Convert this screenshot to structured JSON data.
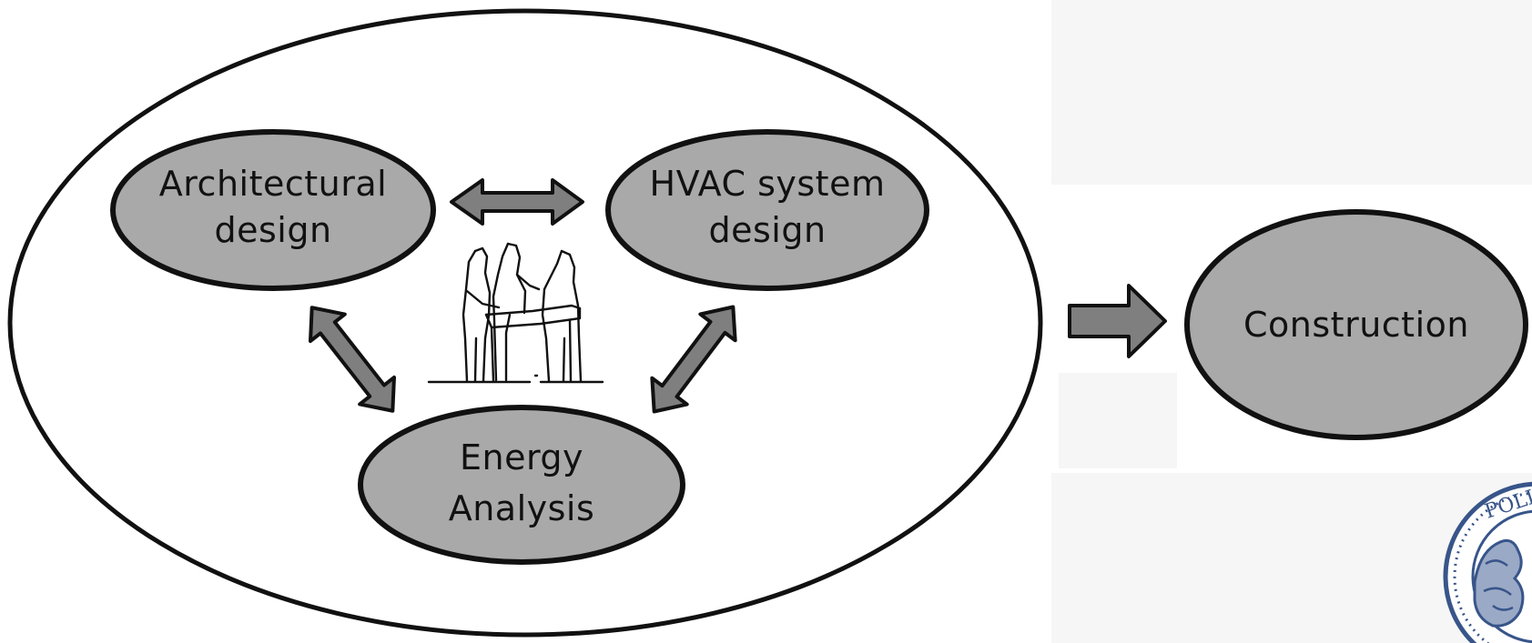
{
  "diagram": {
    "nodes": {
      "architectural": {
        "line1": "Architectural",
        "line2": "design"
      },
      "hvac": {
        "line1": "HVAC system",
        "line2": "design"
      },
      "energy": {
        "line1": "Energy",
        "line2": "Analysis"
      },
      "construction": {
        "label": "Construction"
      }
    },
    "seal_text": "POLI"
  },
  "colors": {
    "node_fill": "#a9a9a9",
    "arrow_fill": "#7f7f7f",
    "stroke": "#111111",
    "panel": "#f6f6f6",
    "seal": "#38558a"
  }
}
